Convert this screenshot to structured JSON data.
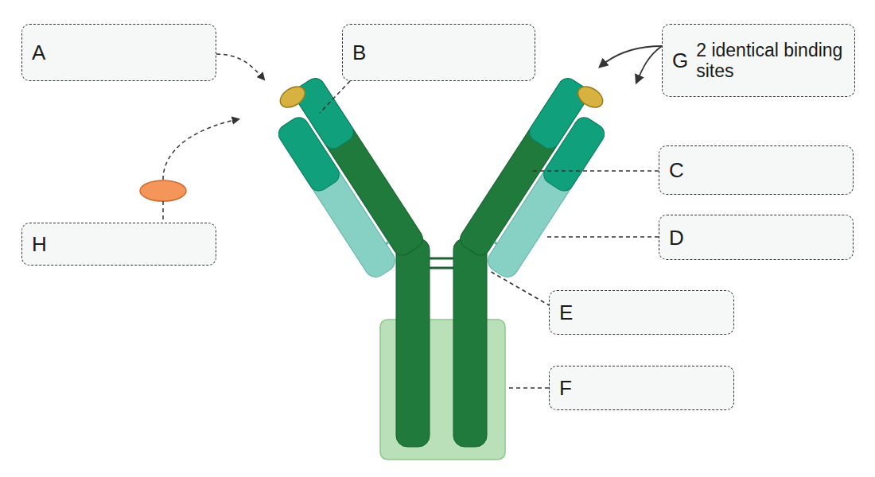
{
  "diagram": {
    "nodes": [
      {
        "text": [
          "A"
        ]
      },
      {
        "text": [
          "B"
        ]
      },
      {
        "text": [
          "G",
          "2 identical binding sites"
        ]
      },
      {
        "text": [
          "C"
        ]
      },
      {
        "text": [
          "D"
        ]
      },
      {
        "text": [
          "H"
        ]
      },
      {
        "text": [
          "E"
        ]
      },
      {
        "text": [
          "F"
        ]
      }
    ]
  }
}
